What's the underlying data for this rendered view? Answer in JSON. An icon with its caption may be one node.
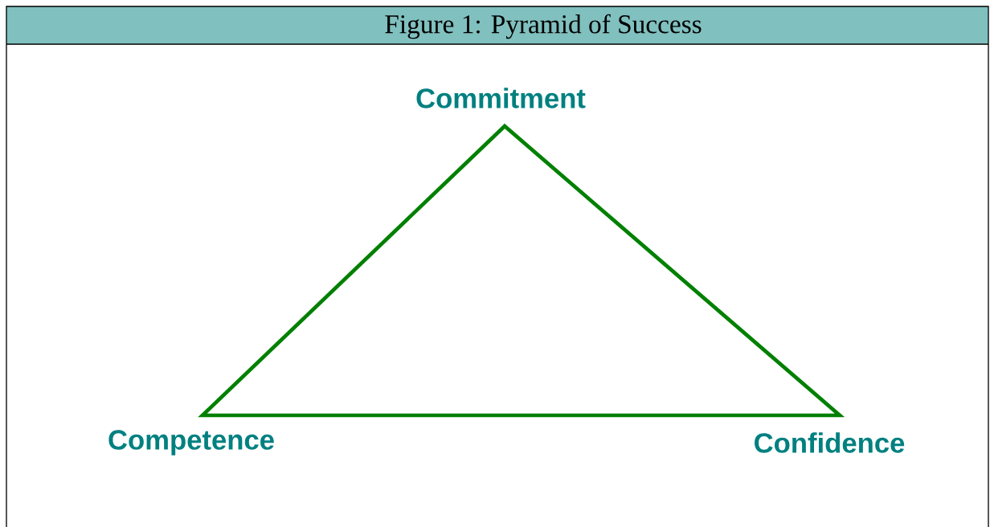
{
  "diagram": {
    "title": "Figure 1: Pyramid of Success",
    "nodes": [
      {
        "text": [],
        "shape": "triangle"
      }
    ],
    "labels": [
      "Commitment",
      "Competence",
      "Confidence"
    ]
  }
}
